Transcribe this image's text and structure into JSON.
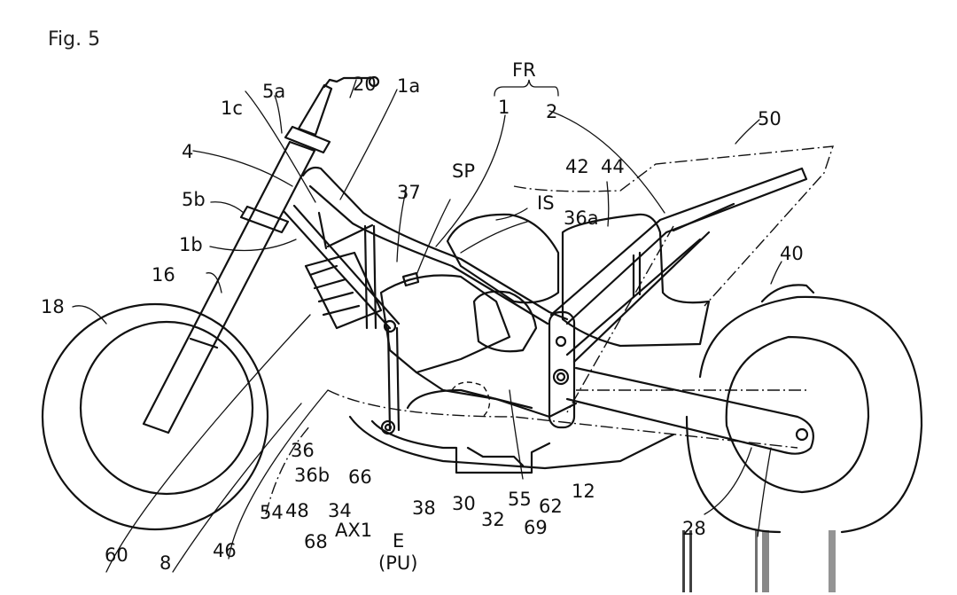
{
  "figure": {
    "title": "Fig. 5",
    "subject": "motorcycle side view patent drawing"
  },
  "labels": {
    "l20": "20",
    "l5a": "5a",
    "l1c": "1c",
    "l1a": "1a",
    "l4": "4",
    "l5b": "5b",
    "l1b": "1b",
    "l16": "16",
    "l18": "18",
    "lFR": "FR",
    "l1": "1",
    "l2": "2",
    "l50": "50",
    "l42": "42",
    "l44": "44",
    "lSP": "SP",
    "l37": "37",
    "lIS": "IS",
    "l36a": "36a",
    "l40": "40",
    "l36": "36",
    "l36b": "36b",
    "l66": "66",
    "l54": "54",
    "l48": "48",
    "l34": "34",
    "l68": "68",
    "lAX1": "AX1",
    "lE": "E",
    "lPU": "(PU)",
    "l38": "38",
    "l30": "30",
    "l32": "32",
    "l55": "55",
    "l62": "62",
    "l69": "69",
    "l12": "12",
    "l28": "28",
    "l60": "60",
    "l8": "8",
    "l46": "46"
  },
  "components": [
    {
      "ref": "1",
      "group": "FR"
    },
    {
      "ref": "2",
      "group": "FR"
    },
    {
      "ref": "E",
      "note": "PU"
    }
  ]
}
